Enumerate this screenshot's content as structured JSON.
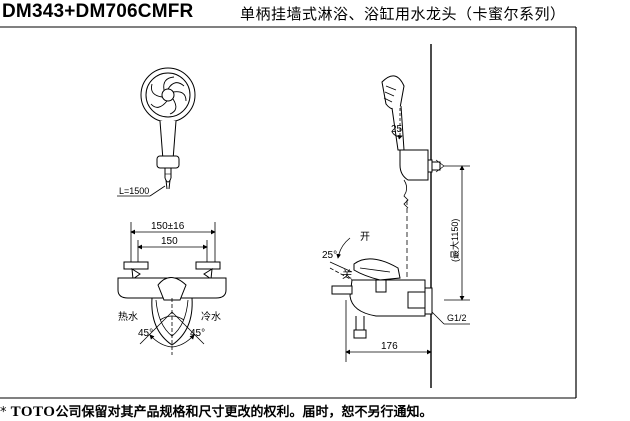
{
  "title": {
    "model": "DM343+DM706CMFR",
    "description": "单柄挂墙式淋浴、浴缸用水龙头（卡蜜尔系列）"
  },
  "labels": {
    "hose_length": "L=1500",
    "spacing_outer": "150±16",
    "spacing_inner": "150",
    "hot_water": "热水",
    "cold_water": "冷水",
    "angle_left": "45°",
    "angle_right": "45°",
    "holder_angle": "25",
    "lever_angle": "25°",
    "open": "开",
    "close": "关",
    "height": "(最大1150)",
    "depth": "176",
    "thread": "G1/2"
  },
  "footer": {
    "marker": "*",
    "brand": "TOTO",
    "notice": "公司保留对其产品规格和尺寸更改的权利。届时，恕不另行通知。"
  }
}
